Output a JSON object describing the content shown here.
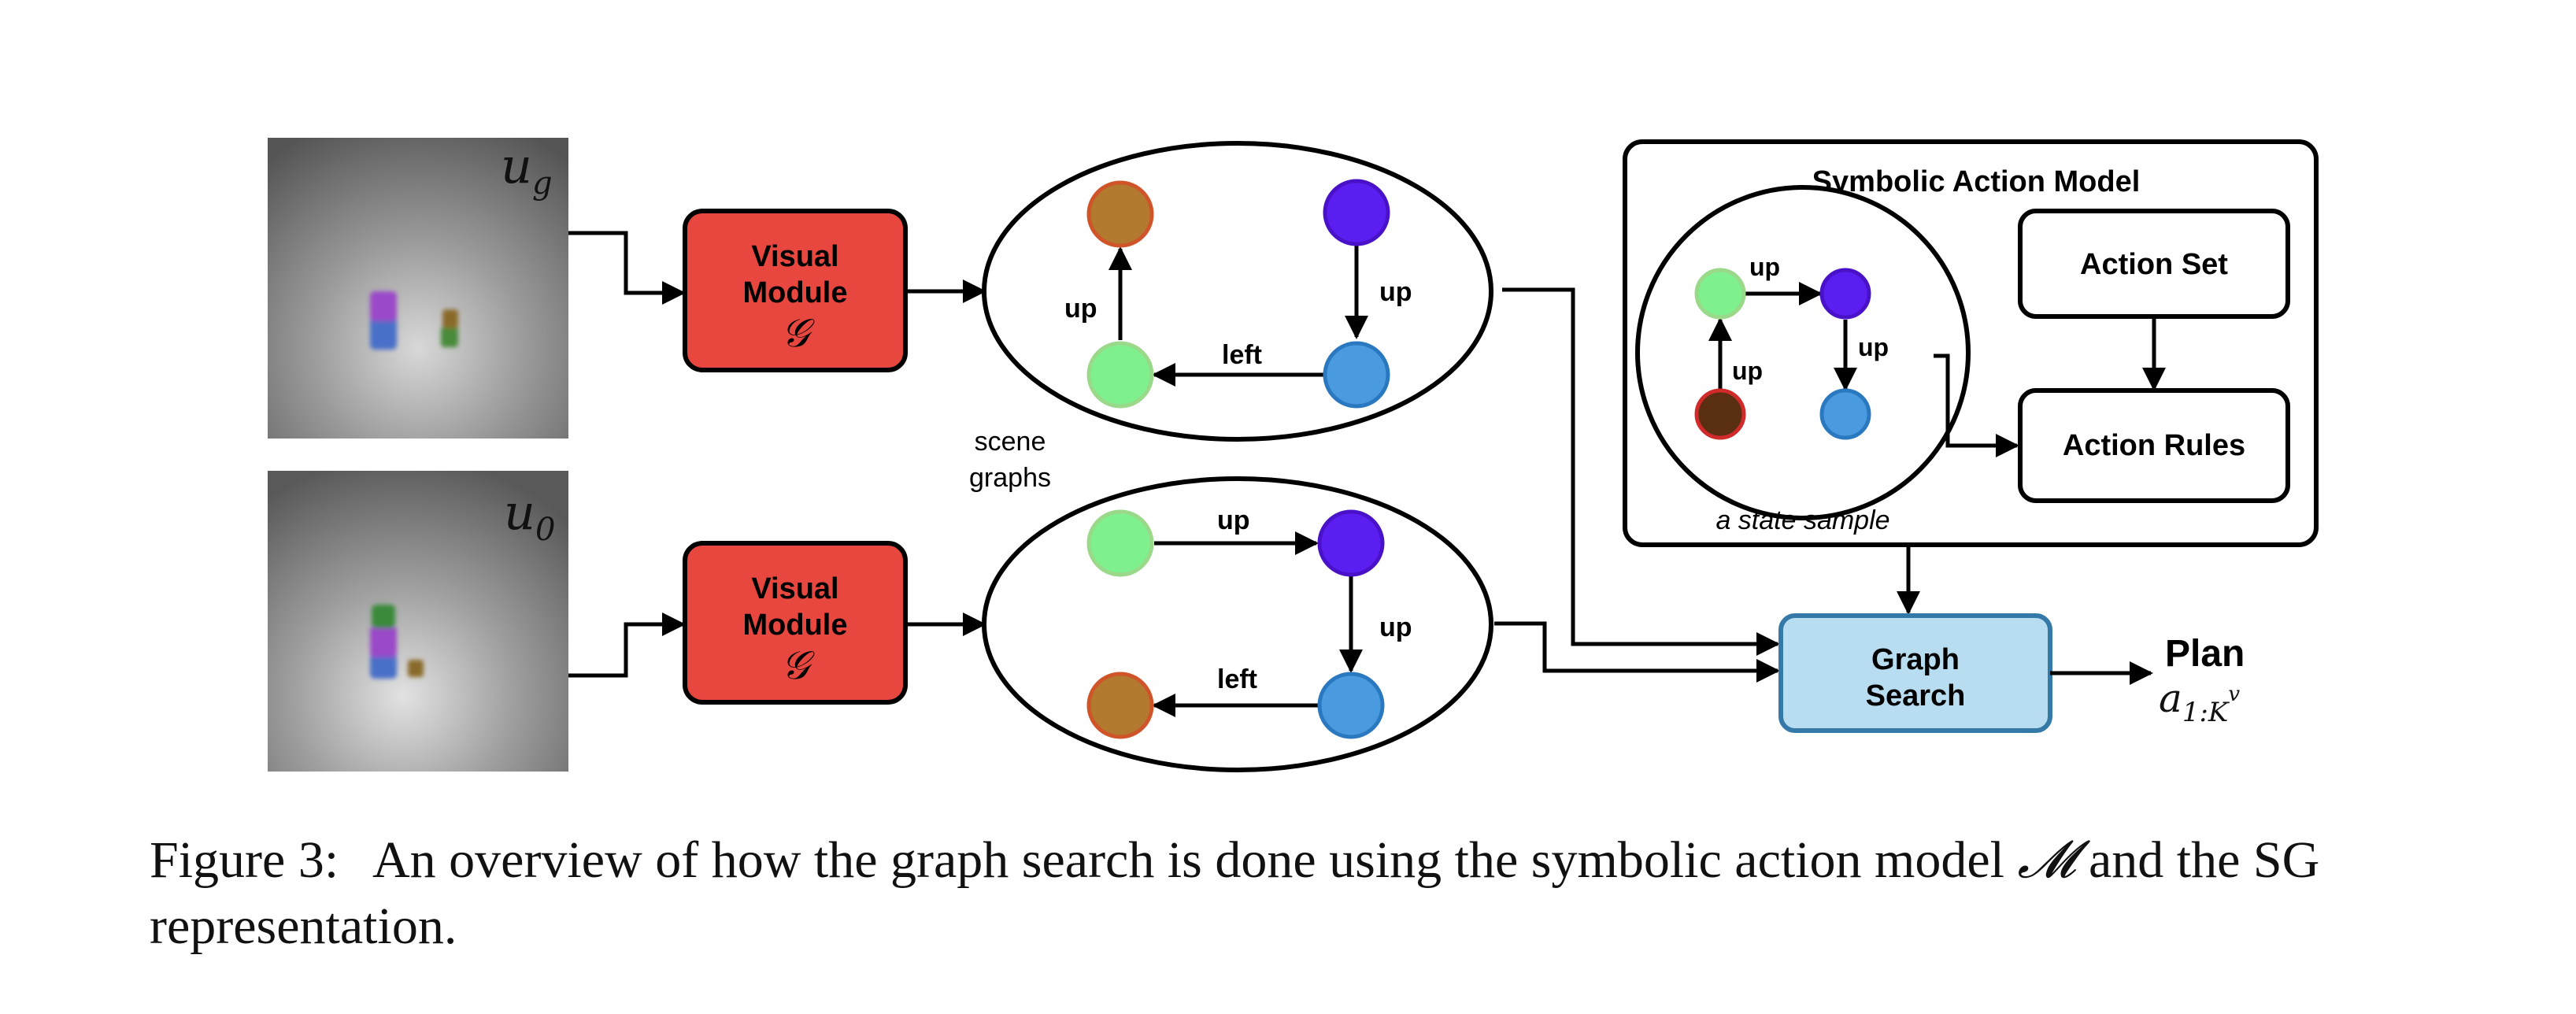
{
  "images": {
    "goal_label_base": "u",
    "goal_label_sub": "g",
    "init_label_base": "u",
    "init_label_sub": "0"
  },
  "visual_module": {
    "line1": "Visual",
    "line2": "Module",
    "symbol": "𝒢"
  },
  "scene_graphs_label": [
    "scene",
    "graphs"
  ],
  "goal_graph": {
    "edge_up": "up",
    "edge_down": "up",
    "edge_left": "left"
  },
  "init_graph": {
    "edge_up": "up",
    "edge_down": "up",
    "edge_left": "left"
  },
  "symbolic_action_model": {
    "title": "Symbolic Action Model",
    "state_sample_label": "a state sample",
    "sample_edges": [
      "up",
      "up",
      "up"
    ],
    "action_set": "Action Set",
    "action_rules": "Action Rules"
  },
  "graph_search": {
    "line1": "Graph",
    "line2": "Search"
  },
  "plan": {
    "label": "Plan",
    "symbol_base": "a",
    "symbol_sub": "1:K",
    "symbol_sup": "v"
  },
  "caption": {
    "figure": "Figure 3:",
    "text_a": "An overview of how the graph search is done using the symbolic action model",
    "math": "𝓜",
    "text_b": "and the SG representation."
  },
  "colors": {
    "module_red": "#e8473f",
    "search_blue": "#b8dcf0",
    "search_border": "#3479a8",
    "node_orange": "#b27a2e",
    "node_green": "#7ef08e",
    "node_purple": "#5a1ff0",
    "node_blue": "#4a9ae0",
    "node_dark_brown": "#5a2e10"
  }
}
